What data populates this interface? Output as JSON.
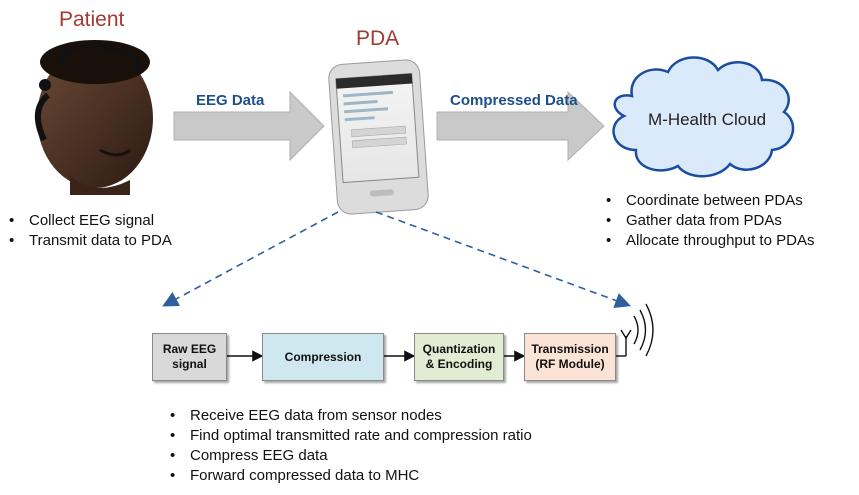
{
  "patient": {
    "title": "Patient",
    "tasks": [
      "Collect EEG signal",
      "Transmit data to PDA"
    ]
  },
  "pda": {
    "title": "PDA",
    "tasks": [
      "Receive EEG data from sensor nodes",
      "Find optimal transmitted rate and compression ratio",
      "Compress EEG data",
      "Forward compressed data to MHC"
    ]
  },
  "flows": {
    "eeg_label": "EEG Data",
    "compressed_label": "Compressed Data"
  },
  "cloud": {
    "label": "M-Health Cloud",
    "tasks": [
      "Coordinate between PDAs",
      "Gather data from PDAs",
      "Allocate throughput to PDAs"
    ]
  },
  "pipeline": {
    "blocks": [
      {
        "line1": "Raw EEG",
        "line2": "signal",
        "color": "#d9d9d9"
      },
      {
        "line1": "Compression",
        "line2": "",
        "color": "#cfe7ef"
      },
      {
        "line1": "Quantization",
        "line2": "& Encoding",
        "color": "#e2ecd3"
      },
      {
        "line1": "Transmission",
        "line2": "(RF Module)",
        "color": "#fbe3d6"
      }
    ]
  },
  "colors": {
    "title": "#a03a32",
    "flow_label": "#1f4e8c",
    "dashed_arrow": "#2f5f9c",
    "gray_arrow": "#c9c9c9",
    "cloud_fill": "#dbeafa",
    "cloud_stroke": "#1a4da1"
  },
  "icons": [
    "patient-head-photo",
    "pda-phone-icon",
    "cloud-shape",
    "antenna-icon"
  ]
}
